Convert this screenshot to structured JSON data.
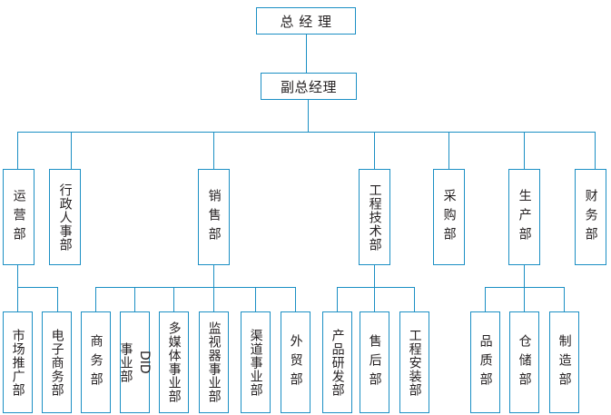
{
  "chart_data": {
    "type": "diagram",
    "subtype": "organization-chart",
    "title": "",
    "orientation": "top-down",
    "line_color": "#1b8fc4",
    "text_color": "#231f20",
    "background": "#ffffff",
    "levels": 4,
    "nodes": [
      {
        "id": "gm",
        "label": "总 经 理",
        "level": 0,
        "parent": null,
        "text_direction": "horizontal"
      },
      {
        "id": "dgm",
        "label": "副总经理",
        "level": 1,
        "parent": "gm",
        "text_direction": "horizontal"
      },
      {
        "id": "ops",
        "label": "运营部",
        "level": 2,
        "parent": "dgm",
        "text_direction": "vertical"
      },
      {
        "id": "hr",
        "label": "行政人事部",
        "level": 2,
        "parent": "dgm",
        "text_direction": "vertical"
      },
      {
        "id": "sales",
        "label": "销售部",
        "level": 2,
        "parent": "dgm",
        "text_direction": "vertical"
      },
      {
        "id": "engtech",
        "label": "工程技术部",
        "level": 2,
        "parent": "dgm",
        "text_direction": "vertical"
      },
      {
        "id": "purchase",
        "label": "采购部",
        "level": 2,
        "parent": "dgm",
        "text_direction": "vertical"
      },
      {
        "id": "produce",
        "label": "生产部",
        "level": 2,
        "parent": "dgm",
        "text_direction": "vertical"
      },
      {
        "id": "finance",
        "label": "财务部",
        "level": 2,
        "parent": "dgm",
        "text_direction": "vertical"
      },
      {
        "id": "marketing",
        "label": "市场推广部",
        "level": 3,
        "parent": "ops",
        "text_direction": "vertical"
      },
      {
        "id": "ecommerce",
        "label": "电子商务部",
        "level": 3,
        "parent": "ops",
        "text_direction": "vertical"
      },
      {
        "id": "business",
        "label": "商务部",
        "level": 3,
        "parent": "sales",
        "text_direction": "vertical"
      },
      {
        "id": "did",
        "label": "DID事业部",
        "level": 3,
        "parent": "sales",
        "text_direction": "vertical"
      },
      {
        "id": "multimedia",
        "label": "多媒体事业部",
        "level": 3,
        "parent": "sales",
        "text_direction": "vertical"
      },
      {
        "id": "monitor",
        "label": "监视器事业部",
        "level": 3,
        "parent": "sales",
        "text_direction": "vertical"
      },
      {
        "id": "channel",
        "label": "渠道事业部",
        "level": 3,
        "parent": "sales",
        "text_direction": "vertical"
      },
      {
        "id": "foreign",
        "label": "外贸部",
        "level": 3,
        "parent": "sales",
        "text_direction": "vertical"
      },
      {
        "id": "rnd",
        "label": "产品研发部",
        "level": 3,
        "parent": "engtech",
        "text_direction": "vertical"
      },
      {
        "id": "aftersale",
        "label": "售后部",
        "level": 3,
        "parent": "engtech",
        "text_direction": "vertical"
      },
      {
        "id": "install",
        "label": "工程安装部",
        "level": 3,
        "parent": "engtech",
        "text_direction": "vertical"
      },
      {
        "id": "quality",
        "label": "品质部",
        "level": 3,
        "parent": "produce",
        "text_direction": "vertical"
      },
      {
        "id": "warehouse",
        "label": "仓储部",
        "level": 3,
        "parent": "produce",
        "text_direction": "vertical"
      },
      {
        "id": "manufact",
        "label": "制造部",
        "level": 3,
        "parent": "produce",
        "text_direction": "vertical"
      }
    ]
  },
  "nodes": {
    "gm": {
      "label": "总 经 理"
    },
    "dgm": {
      "label": "副总经理"
    },
    "ops": {
      "label": "运营部"
    },
    "hr": {
      "label": "行政人事部"
    },
    "sales": {
      "label": "销售部"
    },
    "engtech": {
      "label": "工程技术部"
    },
    "purchase": {
      "label": "采购部"
    },
    "produce": {
      "label": "生产部"
    },
    "finance": {
      "label": "财务部"
    },
    "marketing": {
      "label": "市场推广部"
    },
    "ecommerce": {
      "label": "电子商务部"
    },
    "business": {
      "label": "商务部"
    },
    "did_letters": {
      "label": "DID"
    },
    "did_rest": {
      "label": "事业部"
    },
    "multimedia": {
      "label": "多媒体事业部"
    },
    "monitor": {
      "label": "监视器事业部"
    },
    "channel": {
      "label": "渠道事业部"
    },
    "foreign": {
      "label": "外贸部"
    },
    "rnd": {
      "label": "产品研发部"
    },
    "aftersale": {
      "label": "售后部"
    },
    "install": {
      "label": "工程安装部"
    },
    "quality": {
      "label": "品质部"
    },
    "warehouse": {
      "label": "仓储部"
    },
    "manufact": {
      "label": "制造部"
    }
  }
}
